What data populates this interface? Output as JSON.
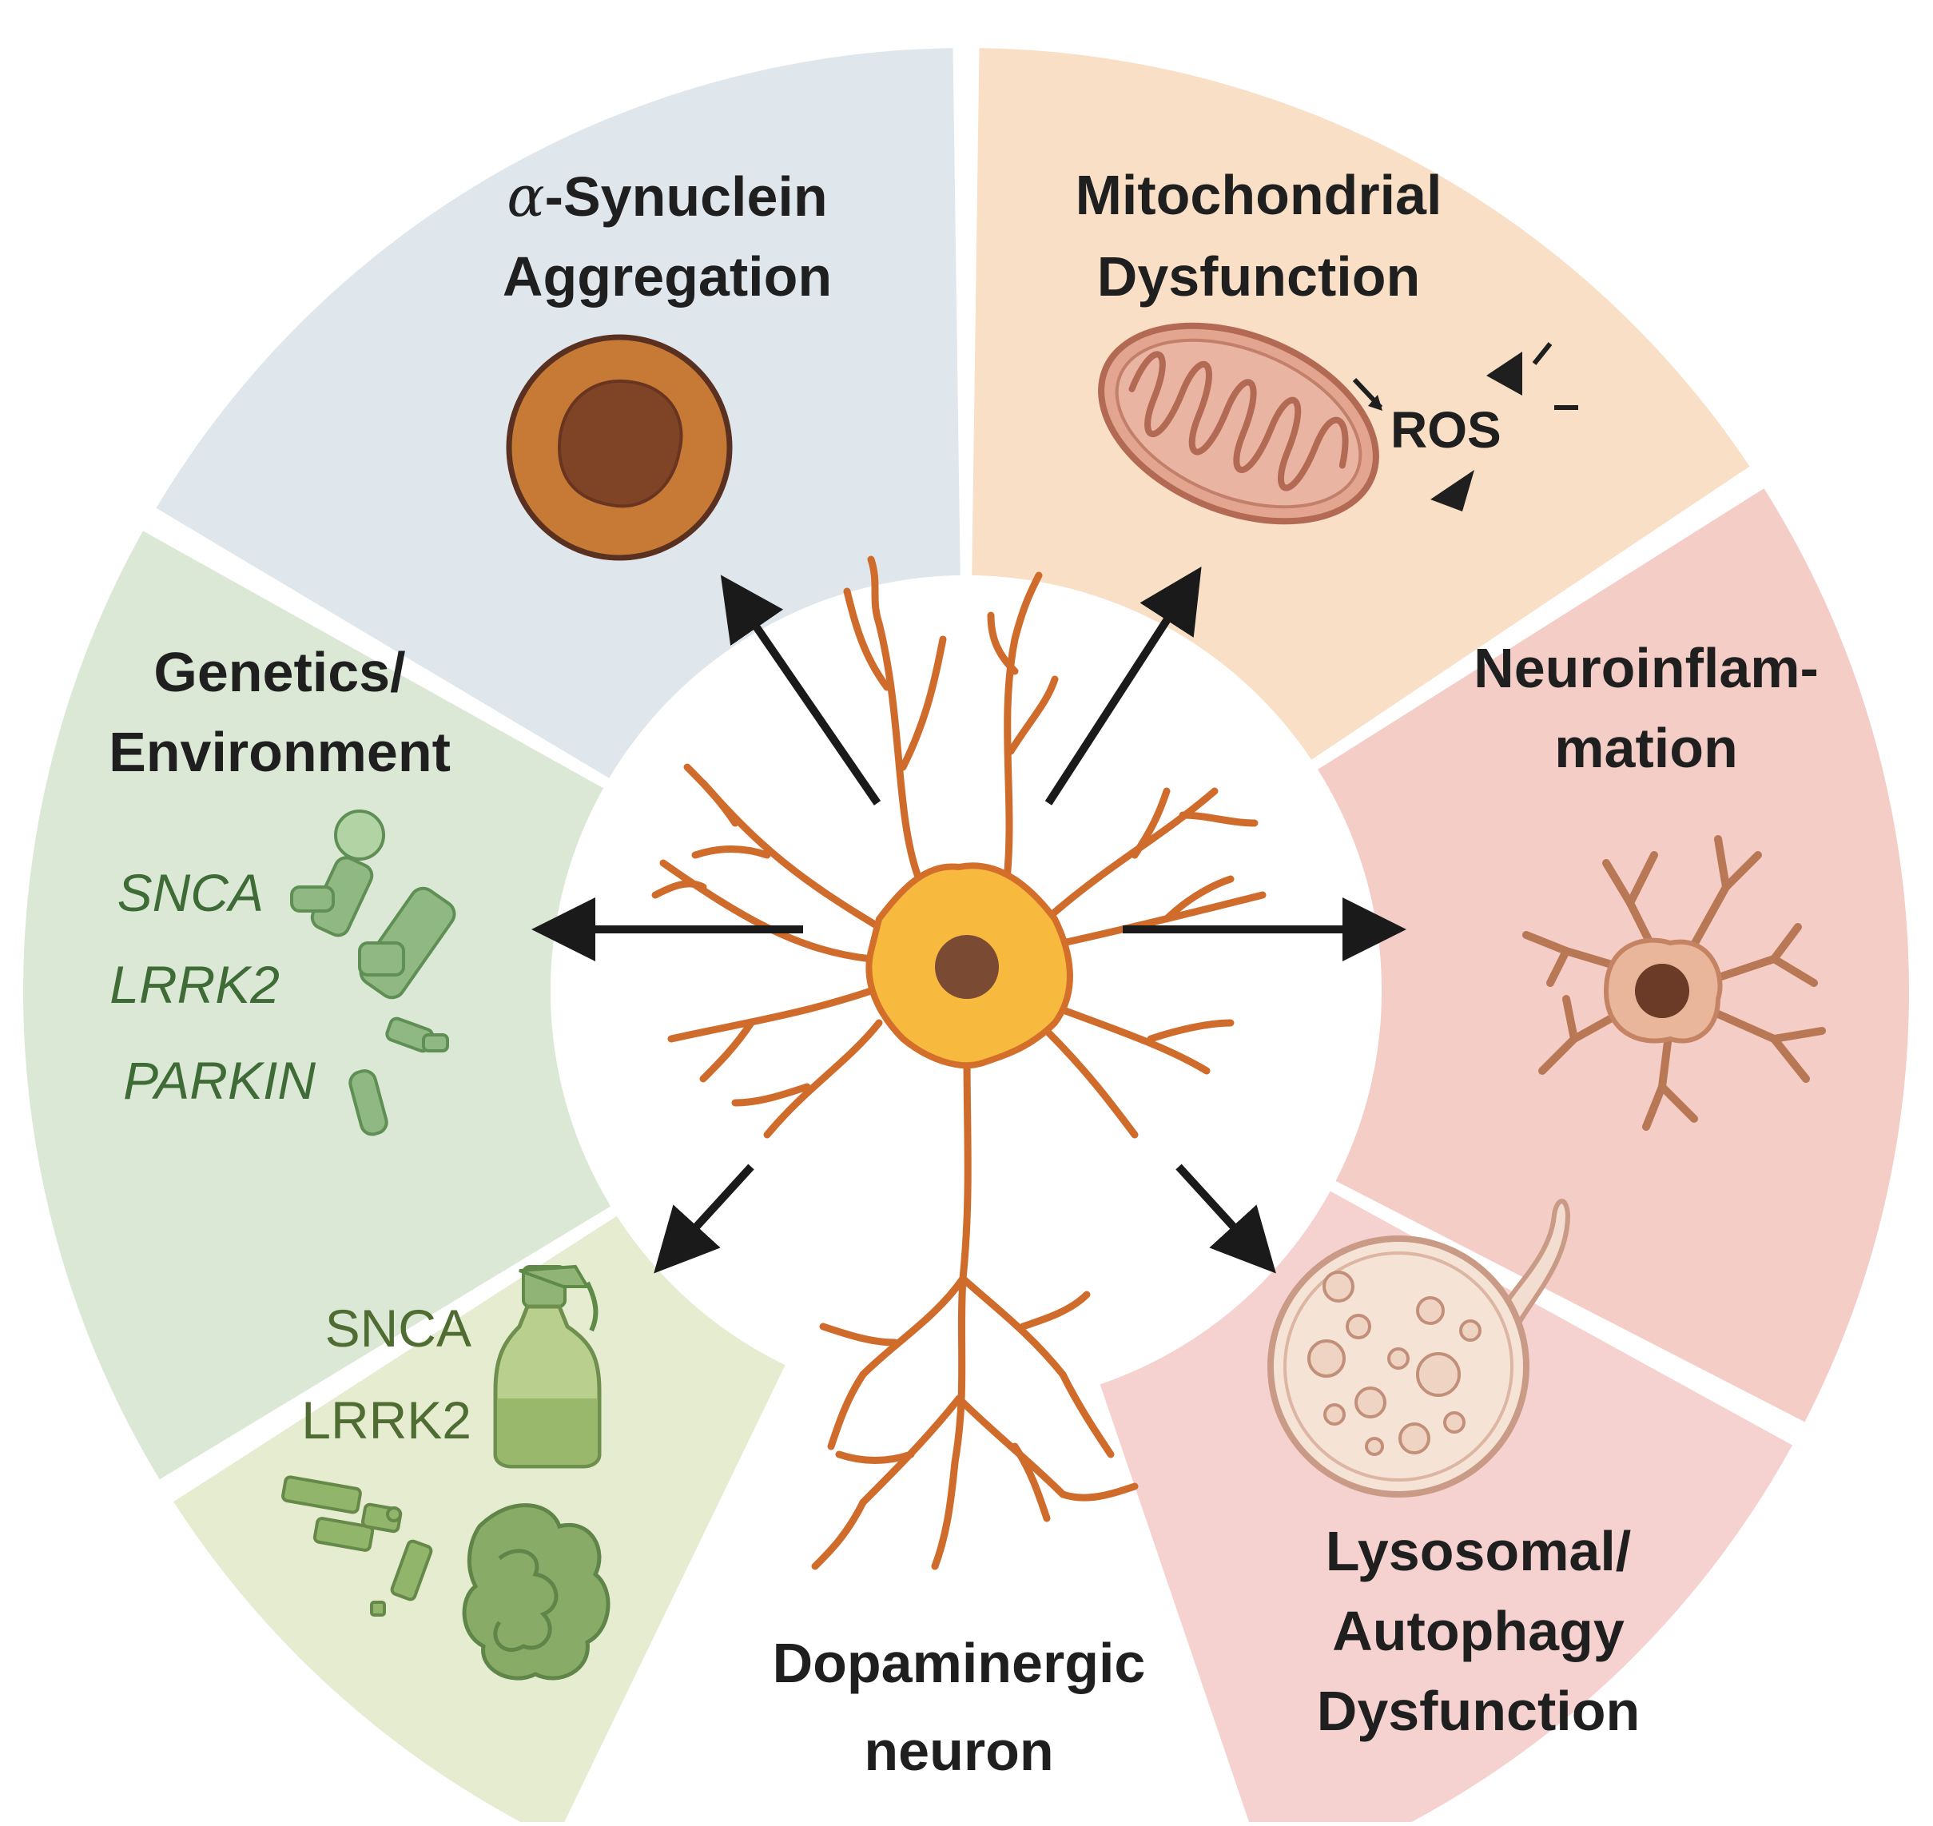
{
  "diagram": {
    "center": {
      "label_line1": "Dopaminergic",
      "label_line2": "neuron"
    },
    "sectors": {
      "synuclein": {
        "title_prefix": "α",
        "title_line1_rest": "-Synuclein",
        "title_line2": "Aggregation",
        "color": "#dfe7ec"
      },
      "mitochondria": {
        "title_line1": "Mitochondrial",
        "title_line2": "Dysfunction",
        "ros_label": "ROS",
        "color": "#f8dfc6"
      },
      "neuroinflammation": {
        "title_line1": "Neuroinflam-",
        "title_line2": "mation",
        "color": "#f4cdc6"
      },
      "lysosomal": {
        "title_line1": "Lysosomal/",
        "title_line2": "Autophagy",
        "title_line3": "Dysfunction",
        "color": "#f5d2d0"
      },
      "genetics": {
        "title_line1": "Genetics/",
        "title_line2": "Environment",
        "genes": [
          "SNCA",
          "LRRK2",
          "PARKIN"
        ],
        "color": "#dbe8d5"
      },
      "environment": {
        "genes": [
          "SNCA",
          "LRRK2"
        ],
        "color": "#e5ecd0"
      }
    },
    "colors": {
      "neuron_fill": "#f7b93e",
      "neuron_stroke": "#d36f2a",
      "nucleus": "#7a4a32",
      "arrow": "#1a1a1a"
    }
  }
}
